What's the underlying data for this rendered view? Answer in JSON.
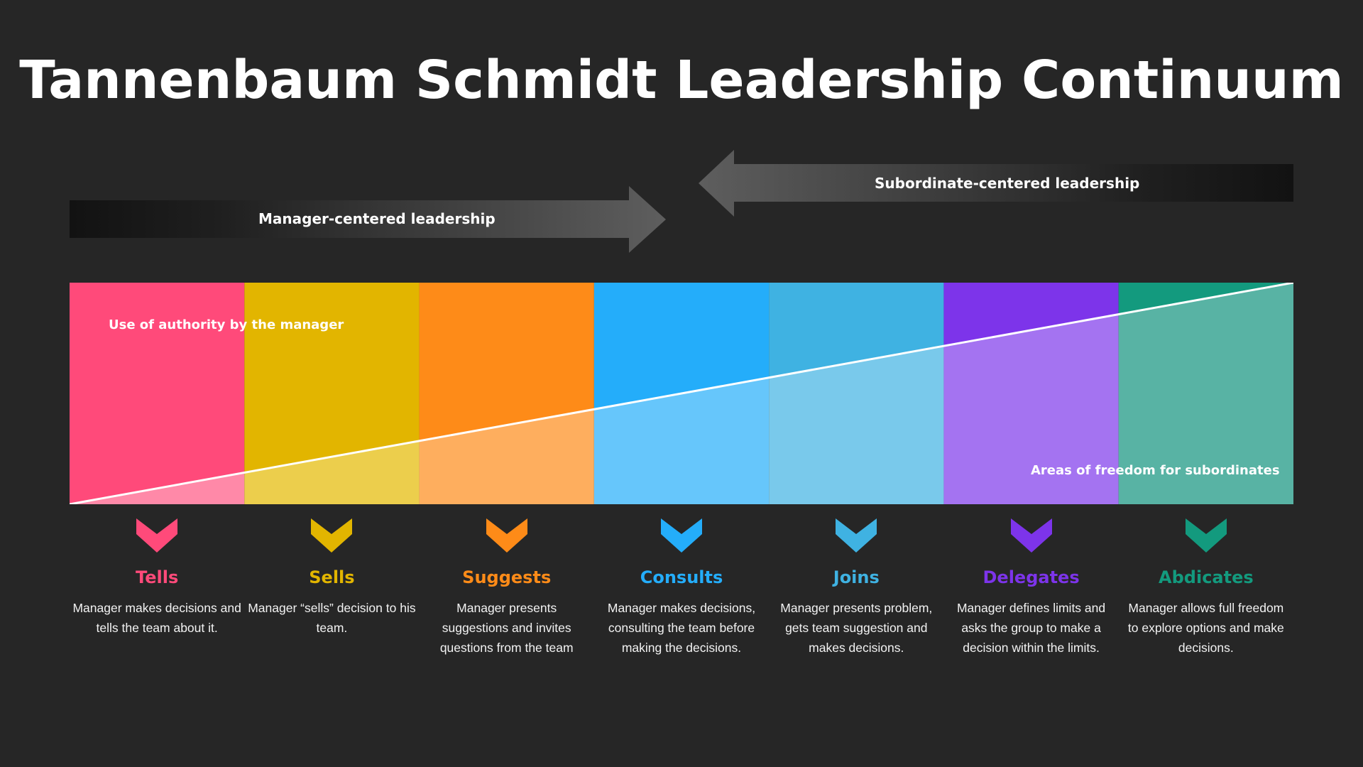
{
  "title": "Tannenbaum Schmidt Leadership Continuum",
  "arrows": {
    "manager": "Manager-centered leadership",
    "subordinate": "Subordinate-centered leadership"
  },
  "band": {
    "authority_label": "Use of authority by the manager",
    "freedom_label": "Areas of freedom for subordinates"
  },
  "styles": [
    {
      "name": "Tells",
      "color": "#ff4a7a",
      "light": "#ff89a8",
      "desc": "Manager makes decisions and tells the team about it."
    },
    {
      "name": "Sells",
      "color": "#e2b500",
      "light": "#ecce4c",
      "desc": "Manager “sells” decision to his team."
    },
    {
      "name": "Suggests",
      "color": "#fe8b18",
      "light": "#feae5e",
      "desc": "Manager presents suggestions and invites questions from the team"
    },
    {
      "name": "Consults",
      "color": "#24adfa",
      "light": "#66c6fb",
      "desc": "Manager makes decisions, consulting the team before making the decisions."
    },
    {
      "name": "Joins",
      "color": "#3fb2e2",
      "light": "#79c9eb",
      "desc": "Manager presents problem, gets team suggestion and makes decisions."
    },
    {
      "name": "Delegates",
      "color": "#7d34ea",
      "light": "#a473f1",
      "desc": "Manager defines limits and asks the group to make a decision within the limits."
    },
    {
      "name": "Abdicates",
      "color": "#139a7e",
      "light": "#58b3a4",
      "desc": "Manager allows full freedom to explore options and make decisions."
    }
  ]
}
